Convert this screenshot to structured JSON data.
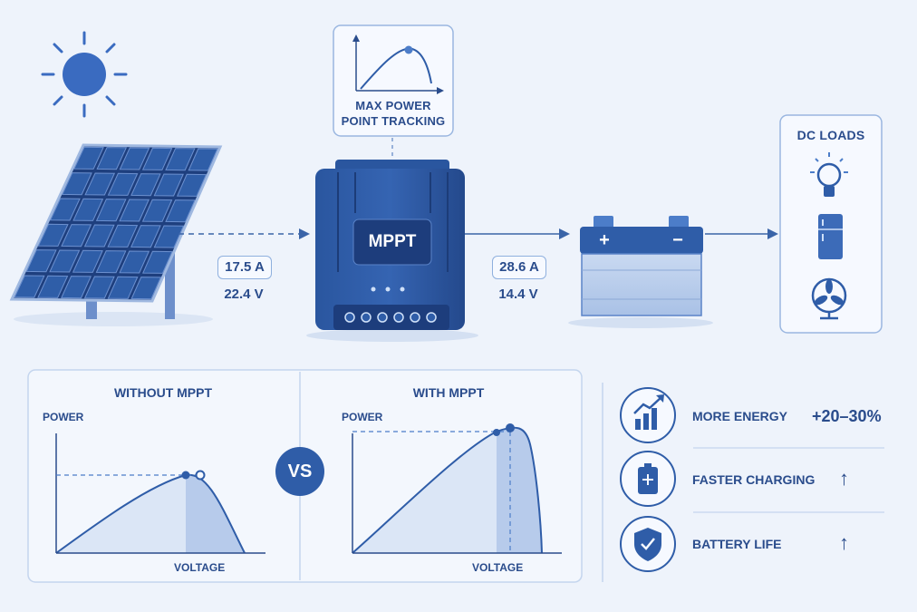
{
  "top_tracking": {
    "line1": "MAX POWER",
    "line2": "POINT TRACKING"
  },
  "controller": {
    "label": "MPPT"
  },
  "input_reading": {
    "current": "17.5 A",
    "voltage": "22.4 V"
  },
  "output_reading": {
    "current": "28.6 A",
    "voltage": "14.4 V"
  },
  "battery": {
    "plus": "+",
    "minus": "−"
  },
  "loads": {
    "title": "DC LOADS",
    "items": [
      "light-bulb",
      "refrigerator",
      "fan"
    ]
  },
  "comparison": {
    "without": {
      "title": "WITHOUT MPPT",
      "ylabel": "POWER",
      "xlabel": "VOLTAGE"
    },
    "vs": "VS",
    "with": {
      "title": "WITH MPPT",
      "ylabel": "POWER",
      "xlabel": "VOLTAGE"
    }
  },
  "benefits": [
    {
      "icon": "growth-chart-icon",
      "label": "MORE ENERGY",
      "value": "+20–30%"
    },
    {
      "icon": "battery-icon",
      "label": "FASTER CHARGING",
      "value": "↑"
    },
    {
      "icon": "shield-check-icon",
      "label": "BATTERY LIFE",
      "value": "↑"
    }
  ],
  "colors": {
    "primary": "#2a4c8c",
    "accent": "#2f5da8",
    "light": "#dbe6f6",
    "background": "#eef3fb"
  }
}
